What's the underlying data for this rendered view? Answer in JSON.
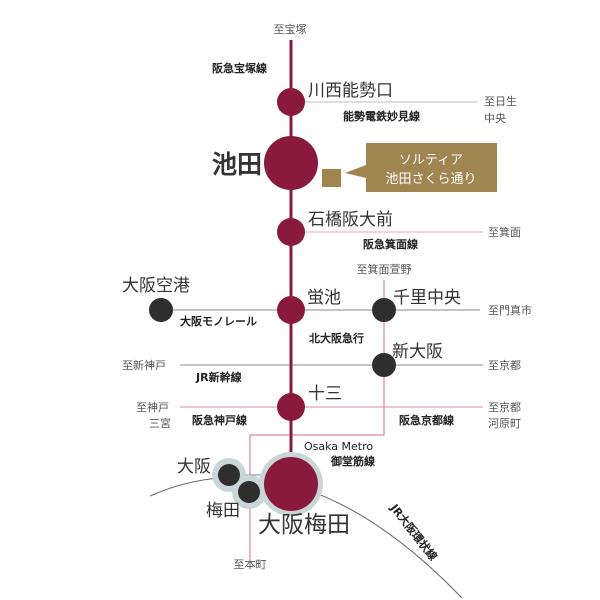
{
  "colors": {
    "hankyu": "#8a1a3c",
    "pink_line": "#e08a9a",
    "gray_line": "#aaaaaa",
    "dark_station": "#2e2e2e",
    "halo": "#c8d6d8",
    "callout": "#a08550"
  },
  "destinations": {
    "takarazuka": "至宝塚",
    "hinase_1": "至日生",
    "hinase_2": "中央",
    "minoh": "至箕面",
    "minoh_kayano": "至箕面萱野",
    "kadoma": "至門真市",
    "shinkobe": "至新神戸",
    "kyoto": "至京都",
    "kobe_1": "至神戸",
    "kobe_2": "三宮",
    "kawaramachi_1": "至京都",
    "kawaramachi_2": "河原町",
    "honmachi": "至本町"
  },
  "lines": {
    "takarazuka": "阪急宝塚線",
    "nose": "能勢電鉄妙見線",
    "minoh": "阪急箕面線",
    "monorail": "大阪モノレール",
    "kitakyu": "北大阪急行",
    "shinkansen": "JR新幹線",
    "kobe": "阪急神戸線",
    "kyoto": "阪急京都線",
    "metro_1": "Osaka Metro",
    "metro_2": "御堂筋線",
    "loop": "JR大阪環状線"
  },
  "stations": {
    "kawanishi": "川西能勢口",
    "ikeda": "池田",
    "ishibashi": "石橋阪大前",
    "hotarugaike": "蛍池",
    "airport": "大阪空港",
    "senri": "千里中央",
    "shinosaka": "新大阪",
    "juso": "十三",
    "osaka": "大阪",
    "umeda": "梅田",
    "osaka_umeda": "大阪梅田"
  },
  "property": {
    "line1": "ソルティア",
    "line2": "池田さくら通り"
  }
}
